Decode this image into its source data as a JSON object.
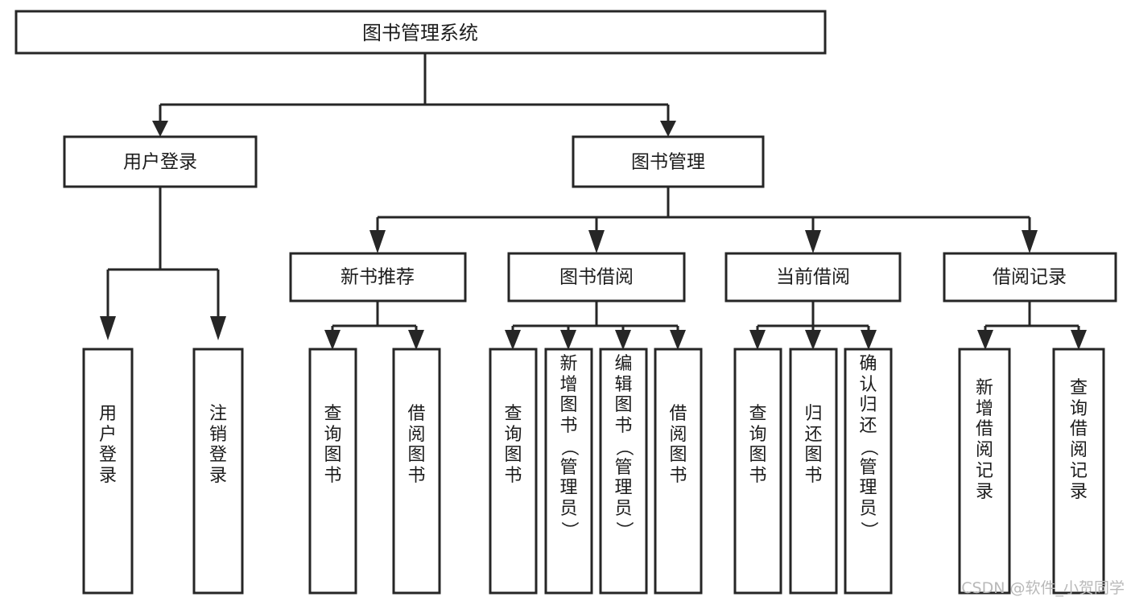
{
  "diagram": {
    "type": "tree",
    "title": "图书管理系统",
    "orientation": "top-down",
    "colors": {
      "stroke": "#262626",
      "fill": "#ffffff",
      "text": "#1c1c1c",
      "background": "#ffffff",
      "watermark": "#b9b9b9"
    },
    "root": {
      "label": "图书管理系统"
    },
    "level2": [
      {
        "key": "user-login",
        "label": "用户登录"
      },
      {
        "key": "book-manage",
        "label": "图书管理"
      }
    ],
    "level3": [
      {
        "key": "new-book-recommend",
        "label": "新书推荐",
        "parent": "book-manage"
      },
      {
        "key": "book-borrow",
        "label": "图书借阅",
        "parent": "book-manage"
      },
      {
        "key": "current-borrow",
        "label": "当前借阅",
        "parent": "book-manage"
      },
      {
        "key": "borrow-record",
        "label": "借阅记录",
        "parent": "book-manage"
      }
    ],
    "leaves": [
      {
        "key": "leaf-user-login",
        "parent": "user-login",
        "label": "用户登录",
        "chars": [
          "用",
          "户",
          "登",
          "录"
        ],
        "rotated": []
      },
      {
        "key": "leaf-user-logout",
        "parent": "user-login",
        "label": "注销登录",
        "chars": [
          "注",
          "销",
          "登",
          "录"
        ],
        "rotated": []
      },
      {
        "key": "leaf-query-book-1",
        "parent": "new-book-recommend",
        "label": "查询图书",
        "chars": [
          "查",
          "询",
          "图",
          "书"
        ],
        "rotated": []
      },
      {
        "key": "leaf-borrow-book-1",
        "parent": "new-book-recommend",
        "label": "借阅图书",
        "chars": [
          "借",
          "阅",
          "图",
          "书"
        ],
        "rotated": []
      },
      {
        "key": "leaf-query-book-2",
        "parent": "book-borrow",
        "label": "查询图书",
        "chars": [
          "查",
          "询",
          "图",
          "书"
        ],
        "rotated": []
      },
      {
        "key": "leaf-add-book",
        "parent": "book-borrow",
        "label": "新增图书（管理员）",
        "chars": [
          "新",
          "增",
          "图",
          "书",
          "（",
          "管",
          "理",
          "员",
          "）"
        ],
        "rotated": [
          4,
          8
        ]
      },
      {
        "key": "leaf-edit-book",
        "parent": "book-borrow",
        "label": "编辑图书（管理员）",
        "chars": [
          "编",
          "辑",
          "图",
          "书",
          "（",
          "管",
          "理",
          "员",
          "）"
        ],
        "rotated": [
          4,
          8
        ]
      },
      {
        "key": "leaf-borrow-book-2",
        "parent": "book-borrow",
        "label": "借阅图书",
        "chars": [
          "借",
          "阅",
          "图",
          "书"
        ],
        "rotated": []
      },
      {
        "key": "leaf-query-book-3",
        "parent": "current-borrow",
        "label": "查询图书",
        "chars": [
          "查",
          "询",
          "图",
          "书"
        ],
        "rotated": []
      },
      {
        "key": "leaf-return-book",
        "parent": "current-borrow",
        "label": "归还图书",
        "chars": [
          "归",
          "还",
          "图",
          "书"
        ],
        "rotated": []
      },
      {
        "key": "leaf-confirm-return",
        "parent": "current-borrow",
        "label": "确认归还（管理员）",
        "chars": [
          "确",
          "认",
          "归",
          "还",
          "（",
          "管",
          "理",
          "员",
          "）"
        ],
        "rotated": [
          4,
          8
        ]
      },
      {
        "key": "leaf-add-record",
        "parent": "borrow-record",
        "label": "新增借阅记录",
        "chars": [
          "新",
          "增",
          "借",
          "阅",
          "记",
          "录"
        ],
        "rotated": []
      },
      {
        "key": "leaf-query-record",
        "parent": "borrow-record",
        "label": "查询借阅记录",
        "chars": [
          "查",
          "询",
          "借",
          "阅",
          "记",
          "录"
        ],
        "rotated": []
      }
    ]
  },
  "watermark": {
    "text": "CSDN @软件_小贺同学"
  }
}
